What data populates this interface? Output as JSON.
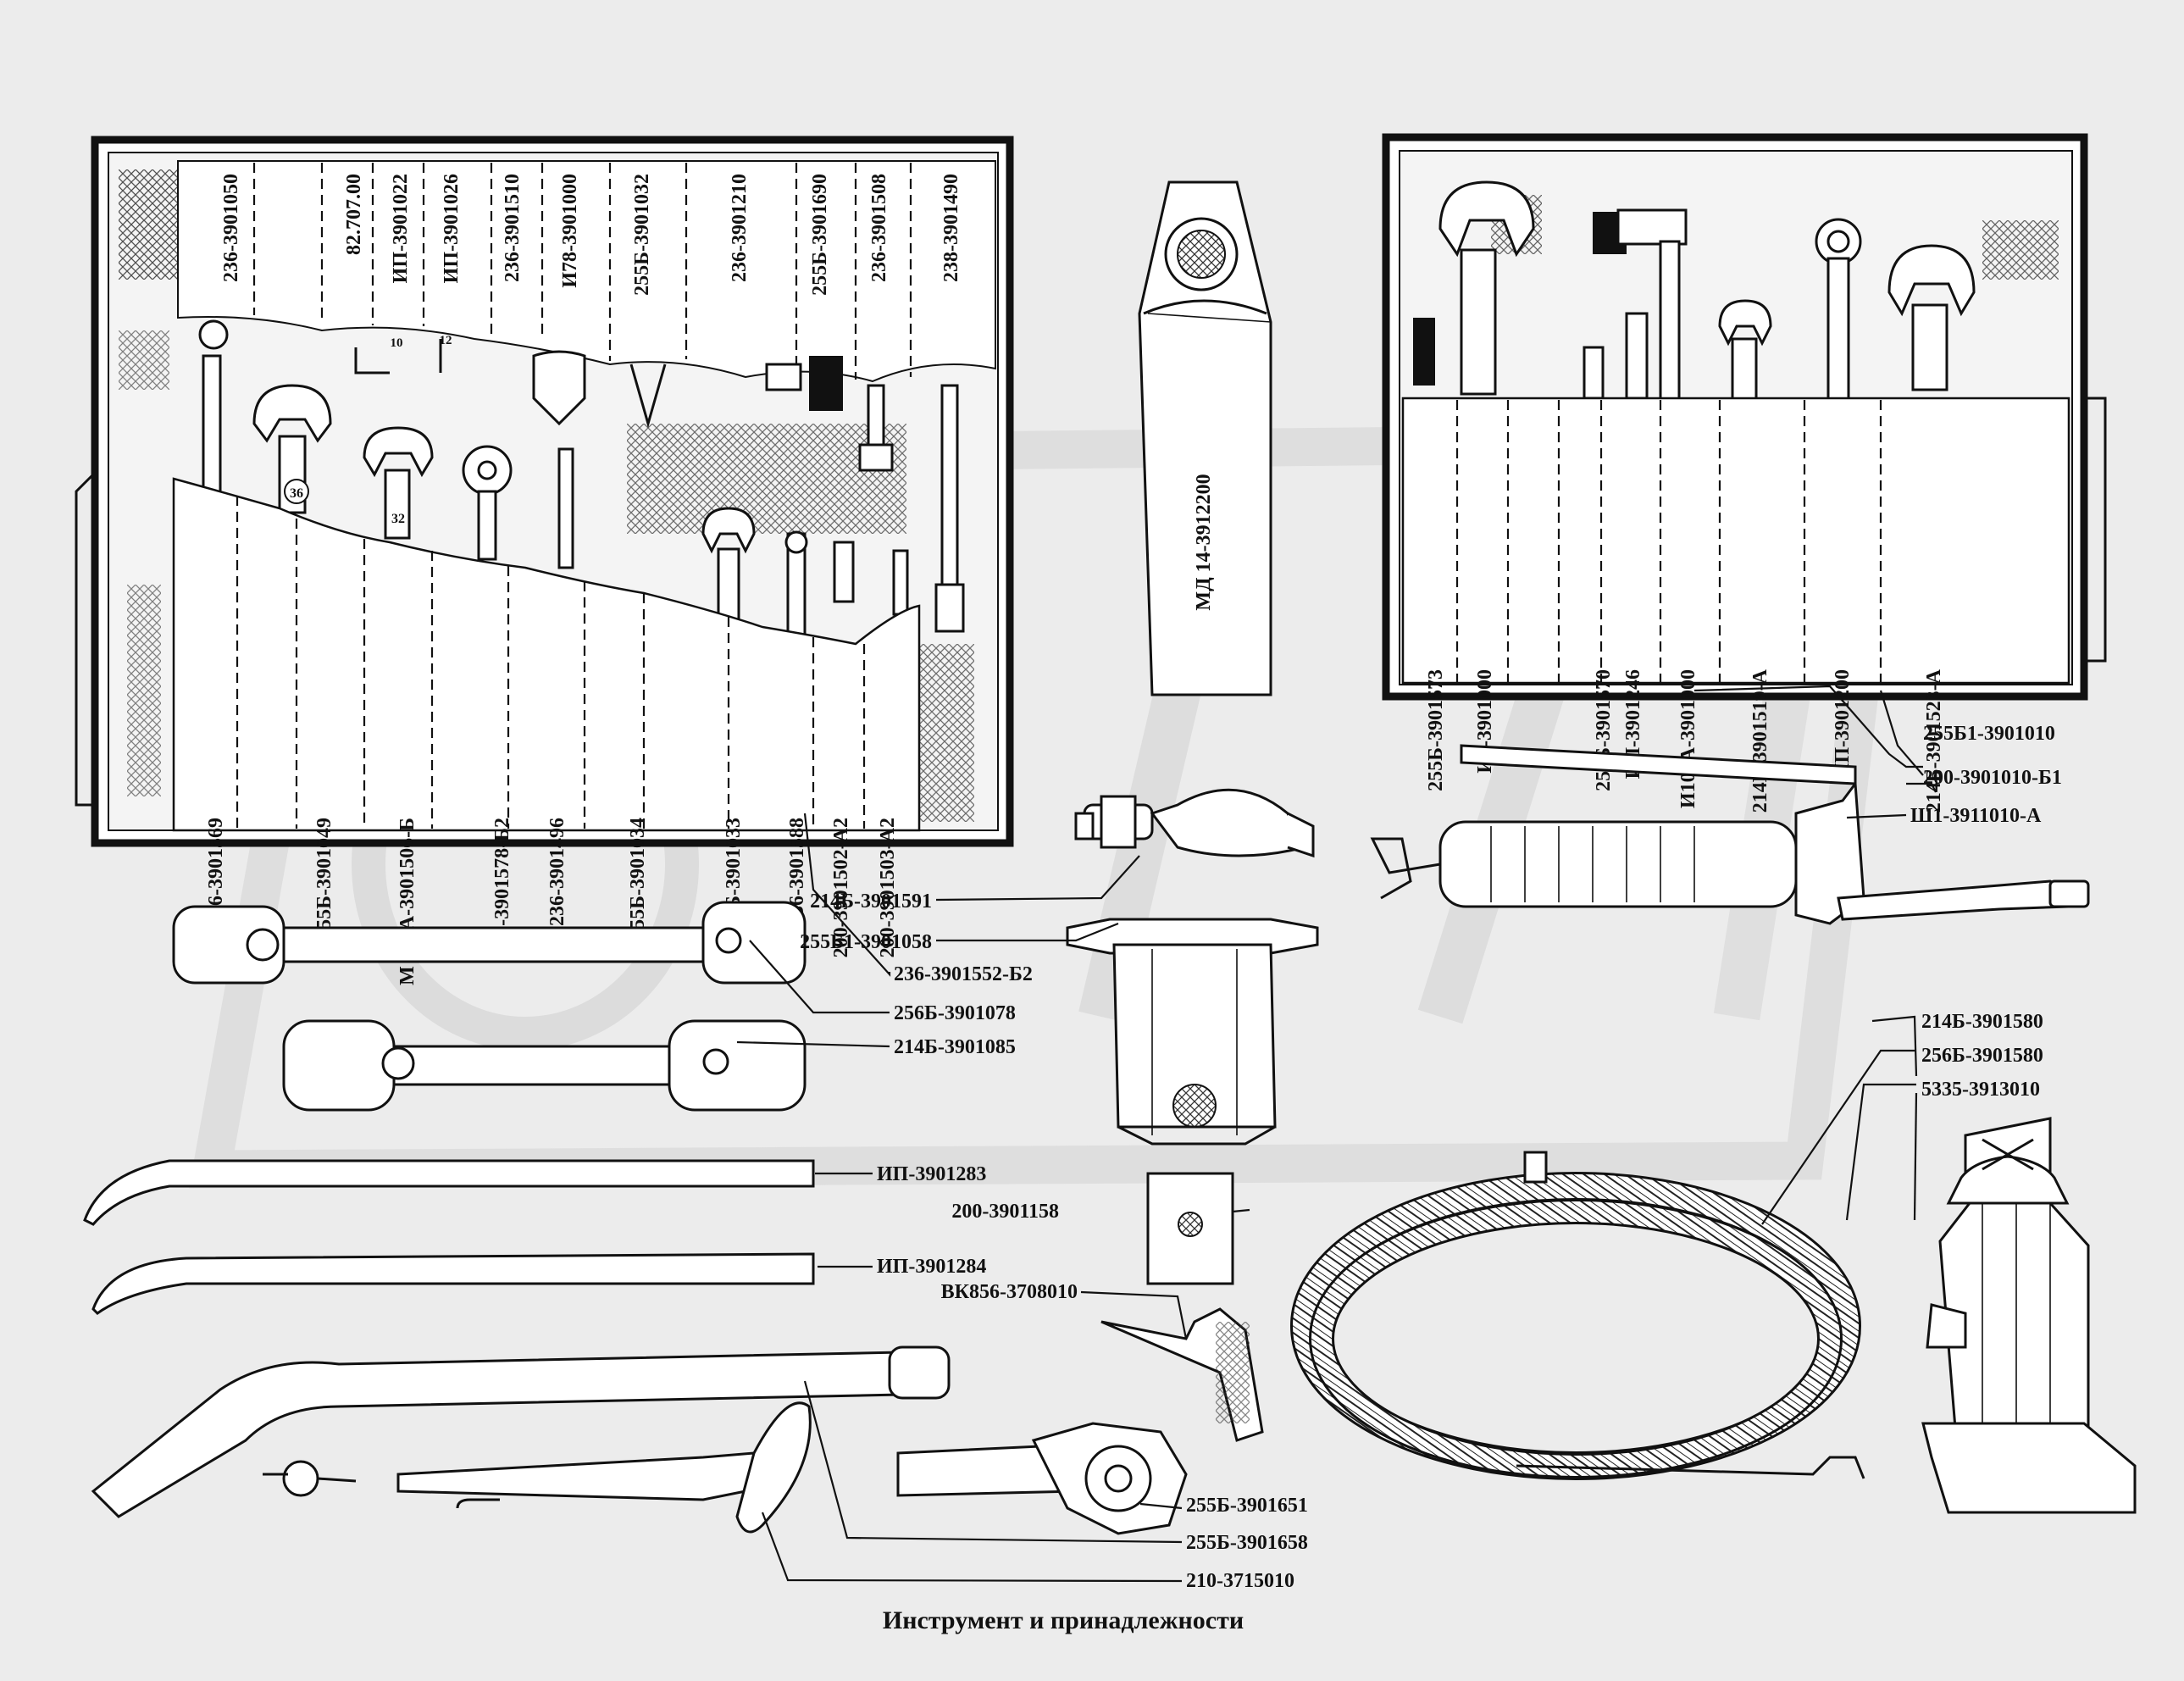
{
  "caption": "Инструмент и принадлежности",
  "left_roll": {
    "top_labels": [
      "236-3901050",
      "82.707.00",
      "ИП-3901022",
      "ИП-3901026",
      "236-3901510",
      "И78-3901000",
      "255Б-3901032",
      "236-3901210",
      "255Б-3901690",
      "236-3901508",
      "238-3901490"
    ],
    "bottom_labels": [
      "236-3901569",
      "255Б-3901049",
      "М 204А-3901506-Б",
      "200-3901578-Б2",
      "236-3901496",
      "255Б-3901034",
      "255Б-3901033",
      "236-3901588",
      "200-3901502-А2",
      "200-3901503-А2"
    ],
    "marks": [
      "36",
      "32",
      "10",
      "12"
    ]
  },
  "right_roll": {
    "labels": [
      "255Б-3901573",
      "И5-3901000",
      "255Б-3901570",
      "ИП-3901246",
      "И108А-3901000",
      "214Б-3901519-А",
      "ИП-3901200",
      "214Б-3901523-А"
    ]
  },
  "pouch_label": "МД 14-3912200",
  "callouts": {
    "c1": "255Б1-3901010",
    "c2": "200-3901010-Б1",
    "c3": "Ш1-3911010-А",
    "c4": "214Б-3901591",
    "c5": "255Б1-3901058",
    "c6": "236-3901552-Б2",
    "c7": "256Б-3901078",
    "c8": "214Б-3901085",
    "c9": "214Б-3901580",
    "c10": "256Б-3901580",
    "c11": "5335-3913010",
    "c12": "ИП-3901283",
    "c13": "200-3901158",
    "c14": "ИП-3901284",
    "c15": "ВК856-3708010",
    "c16": "255Б-3901651",
    "c17": "255Б-3901658",
    "c18": "210-3715010"
  }
}
